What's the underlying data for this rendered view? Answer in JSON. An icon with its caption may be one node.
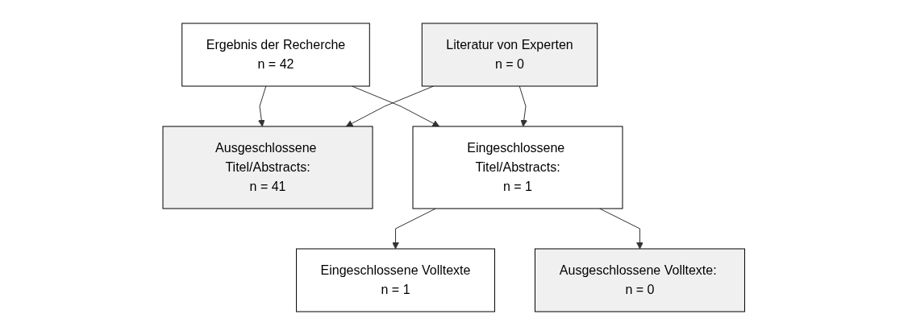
{
  "diagram": {
    "nodes": [
      {
        "text": [
          "Ergebnis der Recherche",
          "n = 42"
        ]
      },
      {
        "text": [
          "Literatur von Experten",
          "n = 0"
        ]
      },
      {
        "text": [
          "Ausgeschlossene Titel/Abstracts:",
          "n = 41"
        ]
      },
      {
        "text": [
          "Eingeschlossene Titel/Abstracts:",
          "n = 1"
        ]
      },
      {
        "text": [
          "Ausgeschlossene Volltexte: n = 0"
        ]
      },
      {
        "text": [
          "Eingeschlossene Volltexte",
          "n = 1"
        ]
      }
    ],
    "edges": [
      {
        "from": 0,
        "to": 3,
        "arrow": "to"
      },
      {
        "from": 1,
        "to": 3,
        "arrow": "to"
      },
      {
        "from": 0,
        "to": 2,
        "arrow": "to"
      },
      {
        "from": 1,
        "to": 2,
        "arrow": "to"
      },
      {
        "from": 3,
        "to": 5,
        "arrow": "to"
      },
      {
        "from": 3,
        "to": 4,
        "arrow": "to"
      }
    ]
  }
}
